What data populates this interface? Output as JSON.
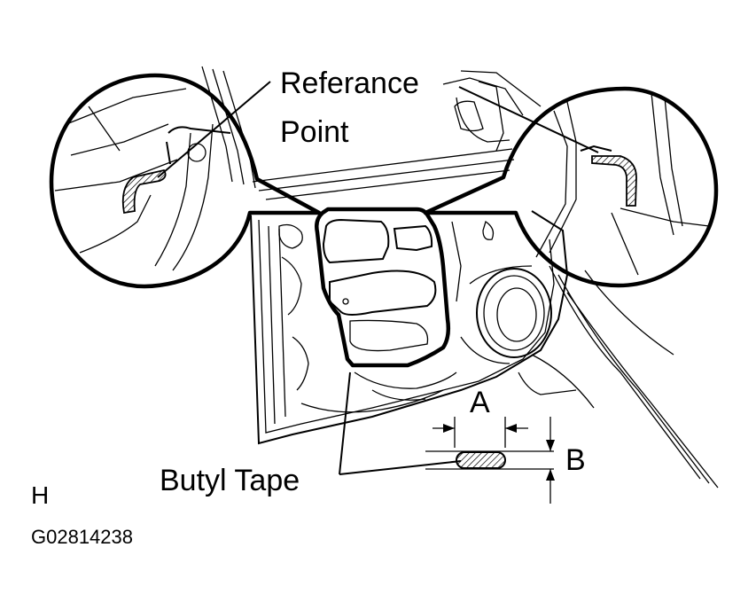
{
  "labels": {
    "reference_line1": "Referance",
    "reference_line2": "Point",
    "butyl_tape": "Butyl Tape",
    "dim_a": "A",
    "dim_b": "B",
    "view_letter": "H",
    "figure_code": "G02814238"
  }
}
